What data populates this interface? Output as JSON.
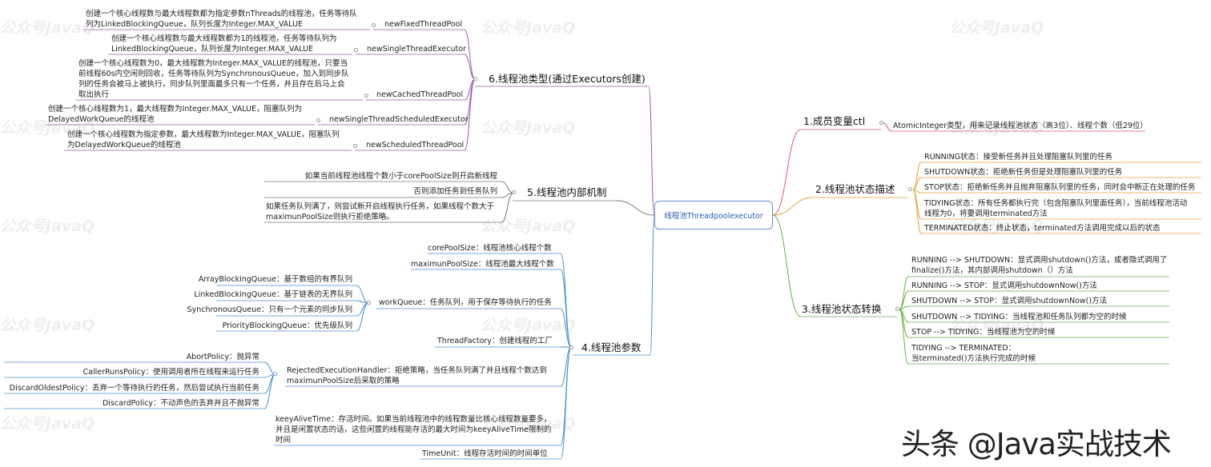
{
  "center": "线程池Threadpoolexecutor",
  "watermark": "公众号JavaQ",
  "brand": "头条 @Java实战技术",
  "branches": {
    "b1": {
      "title": "1.成员变量ctl",
      "items": [
        "AtomicInteger类型，用来记录线程池状态（高3位）、线程个数（低29位）"
      ]
    },
    "b2": {
      "title": "2.线程池状态描述",
      "items": [
        "RUNNING状态：接受新任务并且处理阻塞队列里的任务",
        "SHUTDOWN状态：拒绝新任务但是处理阻塞队列里的任务",
        "STOP状态：拒绝新任务并且抛弃阻塞队列里的任务，同时会中断正在处理的任务",
        "TIDYING状态：所有任务都执行完（包含阻塞队列里面任务），当前线程池活动\n线程为0，将要调用terminated方法",
        "TERMINATED状态：终止状态，terminated方法调用完成以后的状态"
      ]
    },
    "b3": {
      "title": "3.线程池状态转换",
      "items": [
        "RUNNING --> SHUTDOWN：显式调用shutdown()方法，或者隐式调用了\nfinalize()方法，其内部调用shutdown（）方法",
        "RUNNING --> STOP：显式调用shutdownNow()方法",
        "SHUTDOWN --> STOP：显式调用shutdownNow()方法",
        "SHUTDOWN --> TIDYING：当线程池和任务队列都为空的时候",
        "STOP --> TIDYING：当线程池为空的时候",
        "TIDYING --> TERMINATED：\n当terminated()方法执行完成的时候"
      ]
    },
    "b4": {
      "title": "4.线程池参数",
      "items": [
        "corePoolSize：线程池核心线程个数",
        "maximunPoolSize：线程池最大线程个数",
        "workQueue：任务队列，用于保存等待执行的任务",
        "ThreadFactory：创建线程的工厂",
        "RejectedExecutionHandler：拒绝策略，当任务队列满了并且线程个数达到\nmaximunPoolSize后采取的策略",
        "keeyAliveTime：存活时间。如果当前线程池中的线程数量比核心线程数量要多，\n并且是闲置状态的话，这些闲置的线程能存活的最大时间为keeyAliveTime限制的\n时间",
        "TimeUnit：线程存活时间的时间单位"
      ],
      "queues": [
        "ArrayBlockingQueue：基于数组的有界队列",
        "LinkedBlockingQueue：基于链表的无界队列",
        "SynchronousQueue：只有一个元素的同步队列",
        "PriorityBlockingQueue：优先级队列"
      ],
      "policies": [
        "AbortPolicy：抛异常",
        "CallerRunsPolicy：使用调用者所在线程来运行任务",
        "DiscardOldestPolicy：丢弃一个等待执行的任务，然后尝试执行当前任务",
        "DiscardPolicy：不动声色的丢弃并且不抛异常"
      ]
    },
    "b5": {
      "title": "5.线程池内部机制",
      "items": [
        "如果当前线程池线程个数小于corePoolSize则开启新线程",
        "否则添加任务到任务队列",
        "如果任务队列满了，则尝试新开启线程执行任务，如果线程个数大于\nmaximunPoolSize则执行拒绝策略。"
      ]
    },
    "b6": {
      "title": "6.线程池类型(通过Executors创建)",
      "items": [
        {
          "name": "newFixedThreadPool",
          "desc": "创建一个核心线程数与最大线程数都为指定参数nThreads的线程池，任务等待队\n列为LinkedBlockingQueue，队列长度为Integer.MAX_VALUE"
        },
        {
          "name": "newSingleThreadExecutor",
          "desc": "创建一个核心线程数与最大线程数都为1的线程池，任务等待队列为\nLinkedBlockingQueue，队列长度为Integer.MAX_VALUE"
        },
        {
          "name": "newCachedThreadPool",
          "desc": "创建一个核心线程数为0，最大线程数为Integer.MAX_VALUE的线程池，只要当\n前线程60s内空闲则回收，任务等待队列为SynchronousQueue，加入到同步队\n列的任务会被马上被执行，同步队列里面最多只有一个任务，并且存在后马上会\n取出执行"
        },
        {
          "name": "newSingleThreadScheduledExecutor",
          "desc": "创建一个核心线程数为1，最大线程数为Integer.MAX_VALUE，阻塞队列为\nDelayedWorkQueue的线程池"
        },
        {
          "name": "newScheduledThreadPool",
          "desc": "创建一个核心线程数为指定参数，最大线程数为Integer.MAX_VALUE，阻塞队列\n为DelayedWorkQueue的线程池"
        }
      ]
    }
  },
  "colors": {
    "b1": "#e0587a",
    "b2": "#e6a13a",
    "b3": "#66b24a",
    "b4": "#4a8fd1",
    "b5": "#777777",
    "b6": "#9a5aa8"
  }
}
